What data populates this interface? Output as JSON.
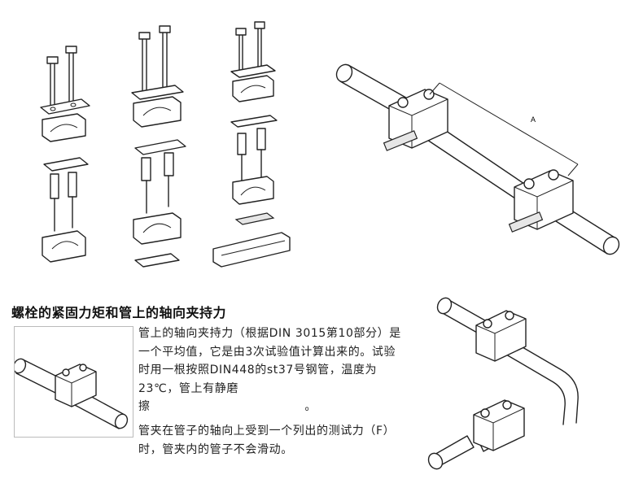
{
  "section": {
    "title": "螺栓的紧固力矩和管上的轴向夹持力"
  },
  "body": {
    "paragraph1": "管上的轴向夹持力（根据DIN 3015第10部分）是一个平均值，它是由3次试验值计算出来的。试验时用一根按照DIN448的st37号钢管，温度为23℃，管上有静磨擦　　　　　　　　　　　　　。",
    "paragraph2": "管夹在管子的轴向上受到一个列出的测试力（F）时，管夹内的管子不会滑动。"
  },
  "diagram": {
    "dimension_label": "A"
  },
  "icons": {
    "exploded_views": "pipe-clamp-exploded-icon",
    "pipe_assembly": "pipe-with-clamps-icon",
    "bent_pipe": "bent-pipe-clamps-icon",
    "thumbnail": "clamp-thumbnail-icon"
  }
}
